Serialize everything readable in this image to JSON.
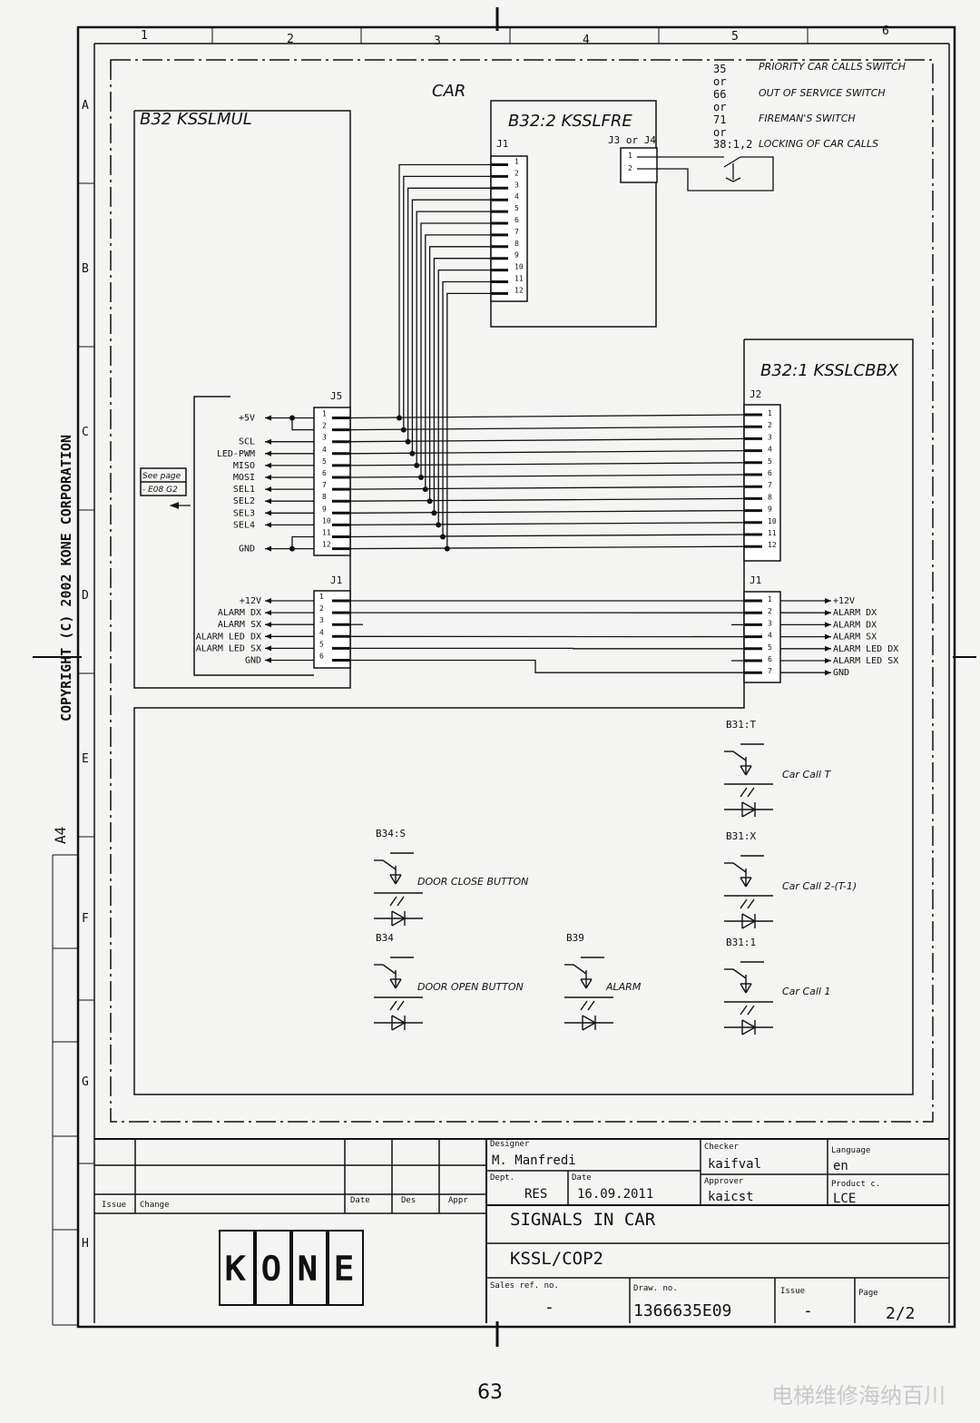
{
  "columns": [
    "1",
    "2",
    "3",
    "4",
    "5",
    "6"
  ],
  "rows": [
    "A",
    "B",
    "C",
    "D",
    "E",
    "F",
    "G",
    "H"
  ],
  "copyright": "COPYRIGHT (C) 2002 KONE CORPORATION",
  "paper_size": "A4",
  "car_label": "CAR",
  "boards": {
    "kssl_mul": "B32 KSSLMUL",
    "kssl_fre": "B32:2 KSSLFRE",
    "kssl_cbbx": "B32:1 KSSLCBBX"
  },
  "connectors": {
    "mul_j5": "J5",
    "mul_j1": "J1",
    "fre_j1": "J1",
    "fre_j3j4": "J3 or J4",
    "cbbx_j2": "J2",
    "cbbx_j1": "J1"
  },
  "see_page": {
    "line1": "See page",
    "line2": "- E08 G2"
  },
  "fre_switches": [
    {
      "num": "35",
      "or": "or",
      "label": "PRIORITY CAR CALLS SWITCH"
    },
    {
      "num": "66",
      "or": "or",
      "label": "OUT OF SERVICE SWITCH"
    },
    {
      "num": "71",
      "or": "or",
      "label": "FIREMAN'S SWITCH"
    },
    {
      "num": "38:1,2",
      "or": "",
      "label": "LOCKING OF CAR CALLS"
    }
  ],
  "j5_signals": [
    "+5V",
    "",
    "SCL",
    "LED-PWM",
    "MISO",
    "MOSI",
    "SEL1",
    "SEL2",
    "SEL3",
    "SEL4",
    "",
    "GND"
  ],
  "j5_pins": [
    "1",
    "2",
    "3",
    "4",
    "5",
    "6",
    "7",
    "8",
    "9",
    "10",
    "11",
    "12"
  ],
  "mul_j1_signals": [
    "+12V",
    "ALARM DX",
    "ALARM SX",
    "ALARM LED DX",
    "ALARM LED SX",
    "GND"
  ],
  "mul_j1_pins": [
    "1",
    "2",
    "3",
    "4",
    "5",
    "6"
  ],
  "cbbx_j1_signals": [
    "+12V",
    "ALARM DX",
    "ALARM DX",
    "ALARM SX",
    "ALARM LED DX",
    "ALARM LED SX",
    "GND"
  ],
  "cbbx_j1_pins": [
    "1",
    "2",
    "3",
    "4",
    "5",
    "6",
    "7"
  ],
  "fre_pins_j34": [
    "1",
    "2"
  ],
  "buttons": [
    {
      "id": "B31:T",
      "label": "Car Call T"
    },
    {
      "id": "B31:X",
      "label": "Car Call 2-(T-1)"
    },
    {
      "id": "B31:1",
      "label": "Car Call 1"
    },
    {
      "id": "B34:S",
      "label": "DOOR CLOSE BUTTON"
    },
    {
      "id": "B34",
      "label": "DOOR OPEN BUTTON"
    },
    {
      "id": "B39",
      "label": "ALARM"
    }
  ],
  "title_block": {
    "issue_h": "Issue",
    "change_h": "Change",
    "date_h": "Date",
    "des_h": "Des",
    "appr_h": "Appr",
    "designer_h": "Designer",
    "designer": "M. Manfredi",
    "checker_h": "Checker",
    "checker": "kaifval",
    "language_h": "Language",
    "language": "en",
    "dept_h": "Dept.",
    "dept": "RES",
    "date_lbl": "Date",
    "date": "16.09.2011",
    "approver_h": "Approver",
    "approver": "kaicst",
    "product_h": "Product c.",
    "product": "LCE",
    "title1": "SIGNALS IN CAR",
    "title2": "KSSL/COP2",
    "sales_h": "Sales ref. no.",
    "sales": "-",
    "draw_h": "Draw. no.",
    "draw": "1366635E09",
    "issue_h2": "Issue",
    "issue": "-",
    "page_h": "Page",
    "page": "2/2",
    "logo": [
      "K",
      "O",
      "N",
      "E"
    ]
  },
  "page_number": "63",
  "watermark": "电梯维修海纳百川"
}
